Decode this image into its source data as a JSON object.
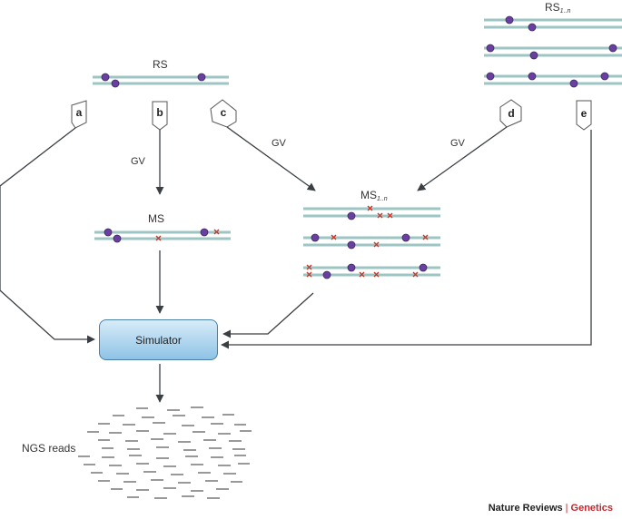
{
  "labels": {
    "rs": "RS",
    "rs_multi_base": "RS",
    "rs_multi_sub": "1..n",
    "ms": "MS",
    "ms_multi_base": "MS",
    "ms_multi_sub": "1..n",
    "gv": "GV",
    "simulator": "Simulator",
    "ngs_reads": "NGS reads"
  },
  "pathways": [
    "a",
    "b",
    "c",
    "d",
    "e"
  ],
  "footer": {
    "journal": "Nature Reviews",
    "section": "Genetics"
  },
  "colors": {
    "strand": "#9cc5c4",
    "variant_dot": "#6b3fa0",
    "mutation_cross": "#c0392b",
    "arrow": "#3a3f44",
    "simulator_border": "#4a7fa8",
    "accent": "#c1272d"
  }
}
